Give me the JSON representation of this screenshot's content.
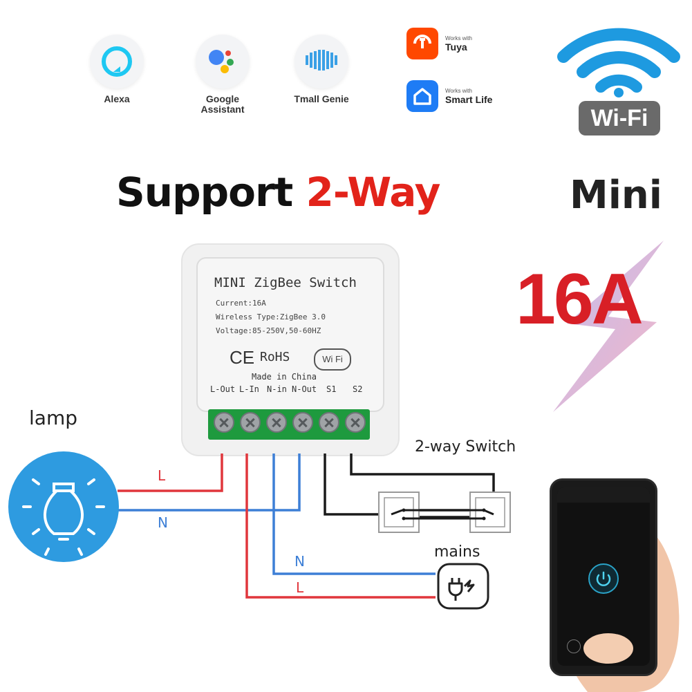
{
  "assistants": [
    {
      "name": "Alexa",
      "icon": "alexa-icon"
    },
    {
      "name": "Google Assistant",
      "line1": "Google",
      "line2": "Assistant",
      "icon": "google-assistant-icon"
    },
    {
      "name": "Tmall Genie",
      "icon": "tmall-genie-icon"
    }
  ],
  "works_with": [
    {
      "small": "Works with",
      "big": "Tuya",
      "icon": "tuya-icon",
      "color": "#ff4800"
    },
    {
      "small": "Works with",
      "big": "Smart Life",
      "icon": "smart-life-icon",
      "color": "#1e7cf5"
    }
  ],
  "wifi_badge": "Wi-Fi",
  "headline": {
    "part1": "Support",
    "part2": "2-Way"
  },
  "mini": "Mini",
  "current_badge": "16A",
  "module": {
    "title": "MINI ZigBee Switch",
    "spec_current": "Current:16A",
    "spec_wireless": "Wireless Type:ZigBee 3.0",
    "spec_voltage": "Voltage:85-250V,50-60HZ",
    "cert_ce": "CE",
    "cert_rohs": "RoHS",
    "wifi_mark": "Wi Fi",
    "made_in": "Made in China",
    "terminals": [
      "L-Out",
      "L-In",
      "N-in",
      "N-Out",
      "S1",
      "S2"
    ]
  },
  "labels": {
    "lamp": "lamp",
    "two_way_switch": "2-way Switch",
    "mains": "mains",
    "wire_L_top": "L",
    "wire_N_top": "N",
    "wire_N_bottom": "N",
    "wire_L_bottom": "L"
  },
  "colors": {
    "accent_red": "#e2231a",
    "live_wire": "#e0363c",
    "neutral_wire": "#3d7fd6",
    "switch_wire": "#1a1a1a",
    "lamp_circle": "#2e9be0",
    "wifi_blue": "#1e9ae0",
    "terminal_green": "#1e9a3e"
  }
}
